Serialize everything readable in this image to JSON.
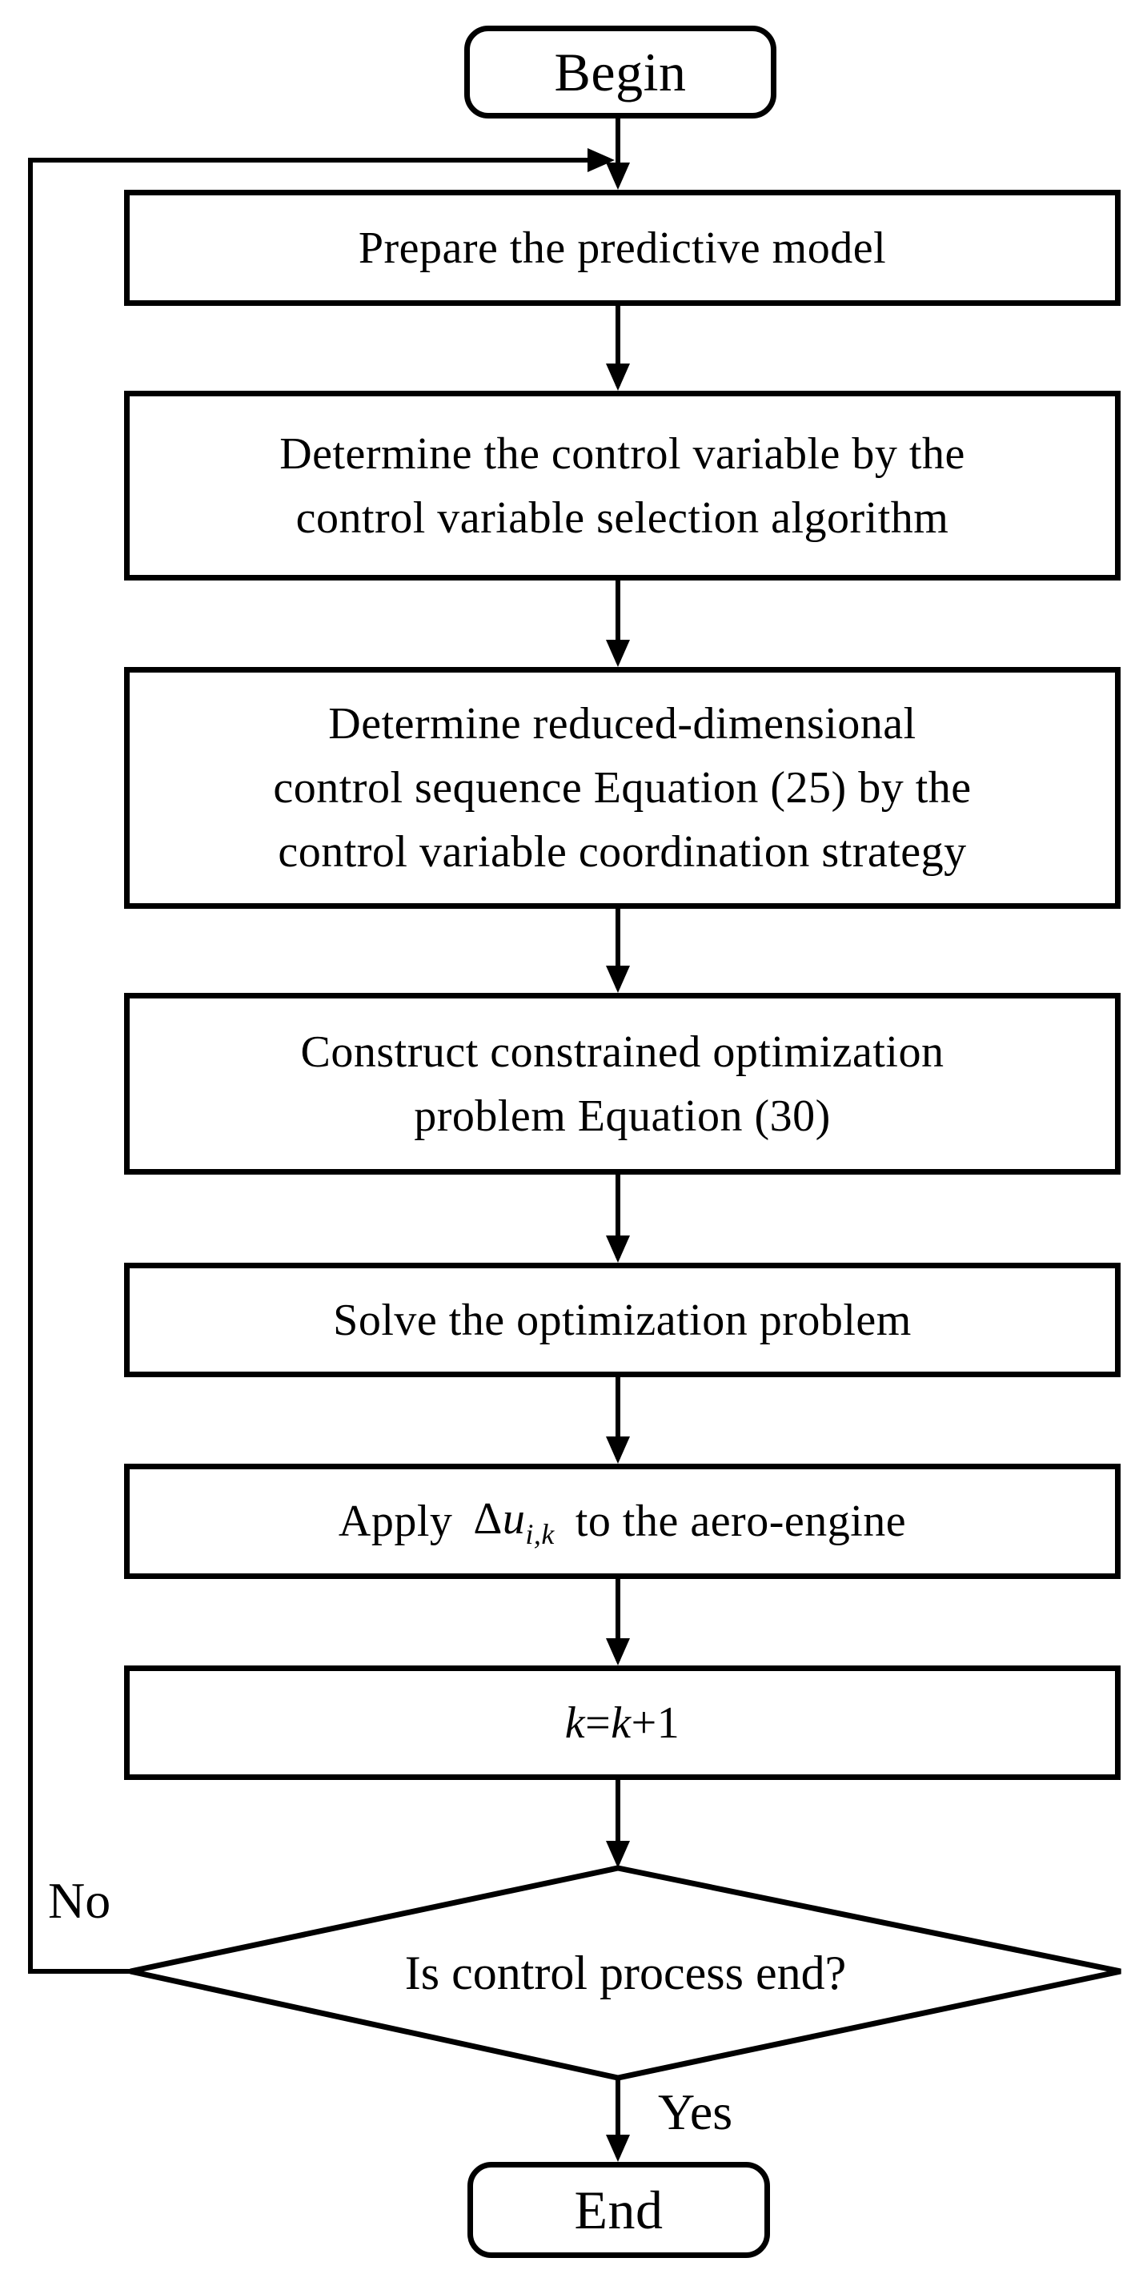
{
  "figure": {
    "colors": {
      "stroke": "#000000",
      "fill": "#ffffff",
      "text": "#000000"
    }
  },
  "nodes": {
    "begin": {
      "label": "Begin"
    },
    "prepare": {
      "label": "Prepare the predictive model"
    },
    "determine_cv": {
      "lines": [
        "Determine the control variable by the",
        "control variable selection algorithm"
      ]
    },
    "determine_seq": {
      "lines": [
        "Determine reduced-dimensional",
        "control sequence Equation (25) by the",
        "control variable coordination strategy"
      ]
    },
    "construct": {
      "lines": [
        "Construct constrained optimization",
        "problem Equation (30)"
      ]
    },
    "solve": {
      "label": "Solve the optimization problem"
    },
    "apply": {
      "prefix": "Apply",
      "delta": "Δ",
      "variable": "u",
      "subscript": "i,k",
      "suffix": "to the aero-engine"
    },
    "increment": {
      "k1": "k",
      "equals": "=",
      "k2": "k",
      "plus_one": "+1"
    },
    "decision": {
      "label": "Is control process end?"
    },
    "end": {
      "label": "End"
    }
  },
  "edge_labels": {
    "no": "No",
    "yes": "Yes"
  }
}
